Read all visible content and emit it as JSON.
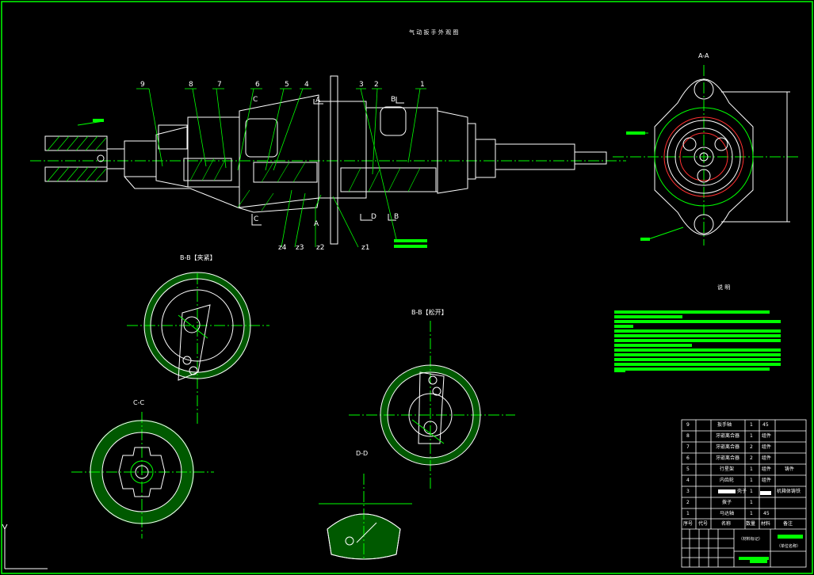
{
  "drawing": {
    "title": "气 动 扳 手 外 观 图",
    "colors": {
      "background": "#000000",
      "frame": "#00ff00",
      "lines": "#ffffff",
      "hatch": "#00ff00",
      "leader": "#00ff00",
      "centerline": "#00ff00"
    }
  },
  "part_labels": [
    "9",
    "8",
    "7",
    "6",
    "5",
    "4",
    "3",
    "2",
    "1"
  ],
  "gear_labels": [
    "z4",
    "z3",
    "z2",
    "z1"
  ],
  "section_marks": {
    "a": "A",
    "b": "B",
    "c": "C",
    "d": "D"
  },
  "views": {
    "aa": "A-A",
    "bb_clamp": "B-B【夹紧】",
    "bb_open": "B-B【松开】",
    "cc": "C-C",
    "dd": "D-D"
  },
  "notes": {
    "heading": "说    明"
  },
  "bom": {
    "rows": [
      {
        "no": "9",
        "name": "扳手轴",
        "qty": "1",
        "material": "45",
        "remark": ""
      },
      {
        "no": "8",
        "name": "牙嵌离合器",
        "qty": "1",
        "material": "组件",
        "remark": ""
      },
      {
        "no": "7",
        "name": "牙嵌离合器",
        "qty": "2",
        "material": "组件",
        "remark": ""
      },
      {
        "no": "6",
        "name": "牙嵌离合器",
        "qty": "2",
        "material": "组件",
        "remark": ""
      },
      {
        "no": "5",
        "name": "行星架",
        "qty": "1",
        "material": "组件",
        "remark": "铸件"
      },
      {
        "no": "4",
        "name": "内齿轮",
        "qty": "1",
        "material": "组件",
        "remark": ""
      },
      {
        "no": "3",
        "name": "壳子",
        "qty": "1",
        "material": "",
        "remark": "机箱体铸铁"
      },
      {
        "no": "2",
        "name": "拨子",
        "qty": "1",
        "material": "",
        "remark": ""
      },
      {
        "no": "1",
        "name": "马达轴",
        "qty": "1",
        "material": "45",
        "remark": ""
      }
    ],
    "header": {
      "no": "序号",
      "code": "代号",
      "name": "名称",
      "qty": "数量",
      "material": "材料",
      "remark": "备注"
    },
    "title_block": {
      "material_mark": "（材料标记）",
      "unit_name": "（单位名称）"
    }
  },
  "icons": [
    "ucs-axis-icon"
  ]
}
